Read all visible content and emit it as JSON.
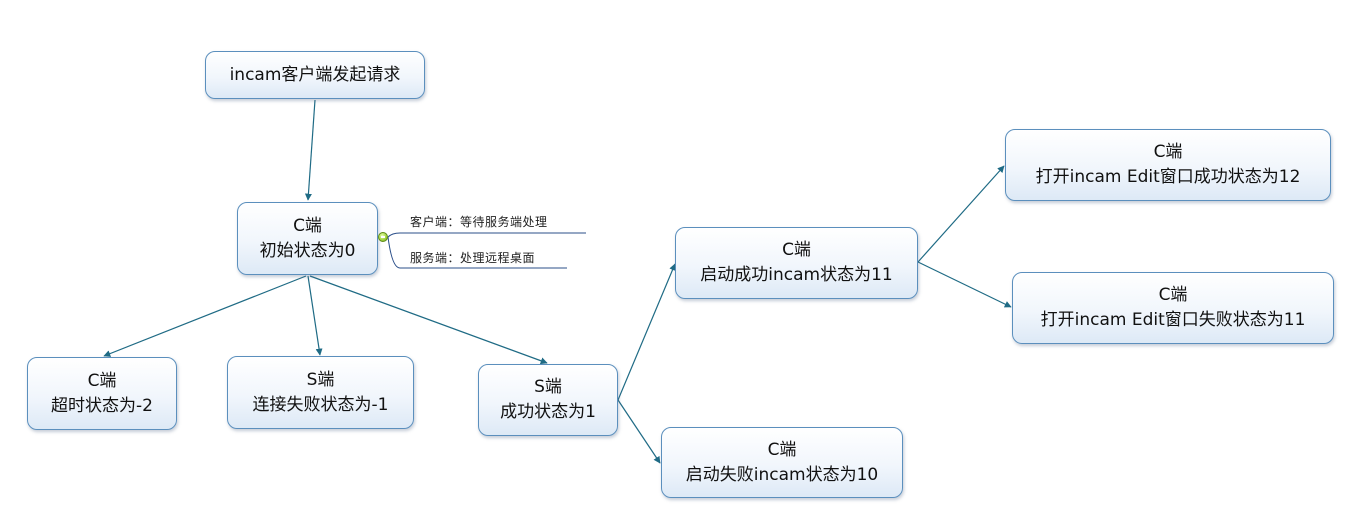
{
  "colors": {
    "connector": "#1f6b85",
    "node_border": "#5b8fbd",
    "note_line": "#2b4f8a"
  },
  "nodes": {
    "root": "incam客户端发起请求",
    "init": {
      "l1": "C端",
      "l2": "初始状态为0"
    },
    "timeout": {
      "l1": "C端",
      "l2": "超时状态为-2"
    },
    "connect_fail": {
      "l1": "S端",
      "l2": "连接失败状态为-1"
    },
    "success": {
      "l1": "S端",
      "l2": "成功状态为1"
    },
    "start_success": {
      "l1": "C端",
      "l2": "启动成功incam状态为11"
    },
    "start_fail": {
      "l1": "C端",
      "l2": "启动失败incam状态为10"
    },
    "edit_success": {
      "l1": "C端",
      "l2": "打开incam  Edit窗口成功状态为12"
    },
    "edit_fail": {
      "l1": "C端",
      "l2": "打开incam Edit窗口失败状态为11"
    }
  },
  "notes": {
    "client": "客户端：等待服务端处理",
    "server": "服务端：处理远程桌面"
  },
  "collapse_icon": "minus-circle-icon"
}
